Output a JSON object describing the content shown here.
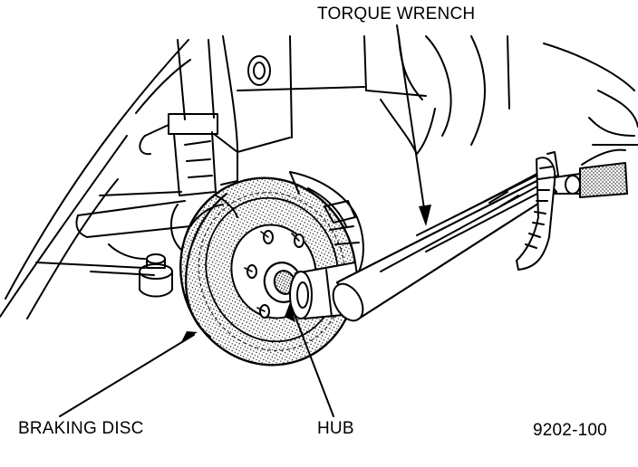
{
  "labels": {
    "torque_wrench": "TORQUE WRENCH",
    "braking_disc": "BRAKING DISC",
    "hub": "HUB",
    "figure_number": "9202-100"
  },
  "colors": {
    "ink": "#000000",
    "paper": "#ffffff"
  }
}
